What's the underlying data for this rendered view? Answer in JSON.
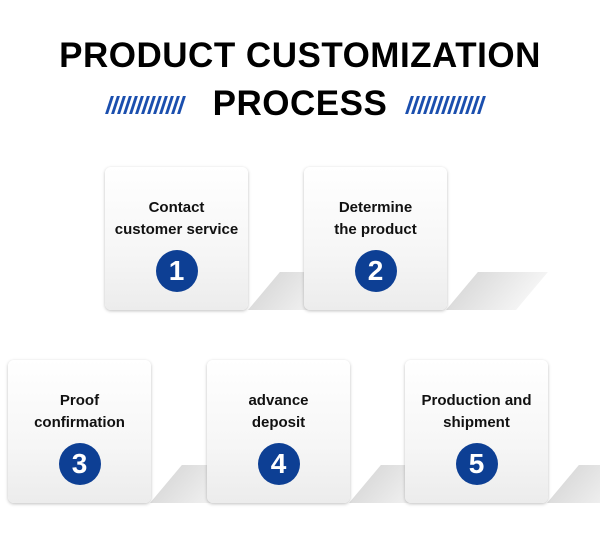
{
  "title": {
    "line1": "PRODUCT CUSTOMIZATION",
    "line2": "PROCESS"
  },
  "colors": {
    "accent": "#0d3f94",
    "stripes": "#1b4fae"
  },
  "steps": [
    {
      "number": "1",
      "label": "Contact customer service"
    },
    {
      "number": "2",
      "label": "Determine the product"
    },
    {
      "number": "3",
      "label": "Proof confirmation"
    },
    {
      "number": "4",
      "label": "advance deposit"
    },
    {
      "number": "5",
      "label": "Production and shipment"
    }
  ]
}
